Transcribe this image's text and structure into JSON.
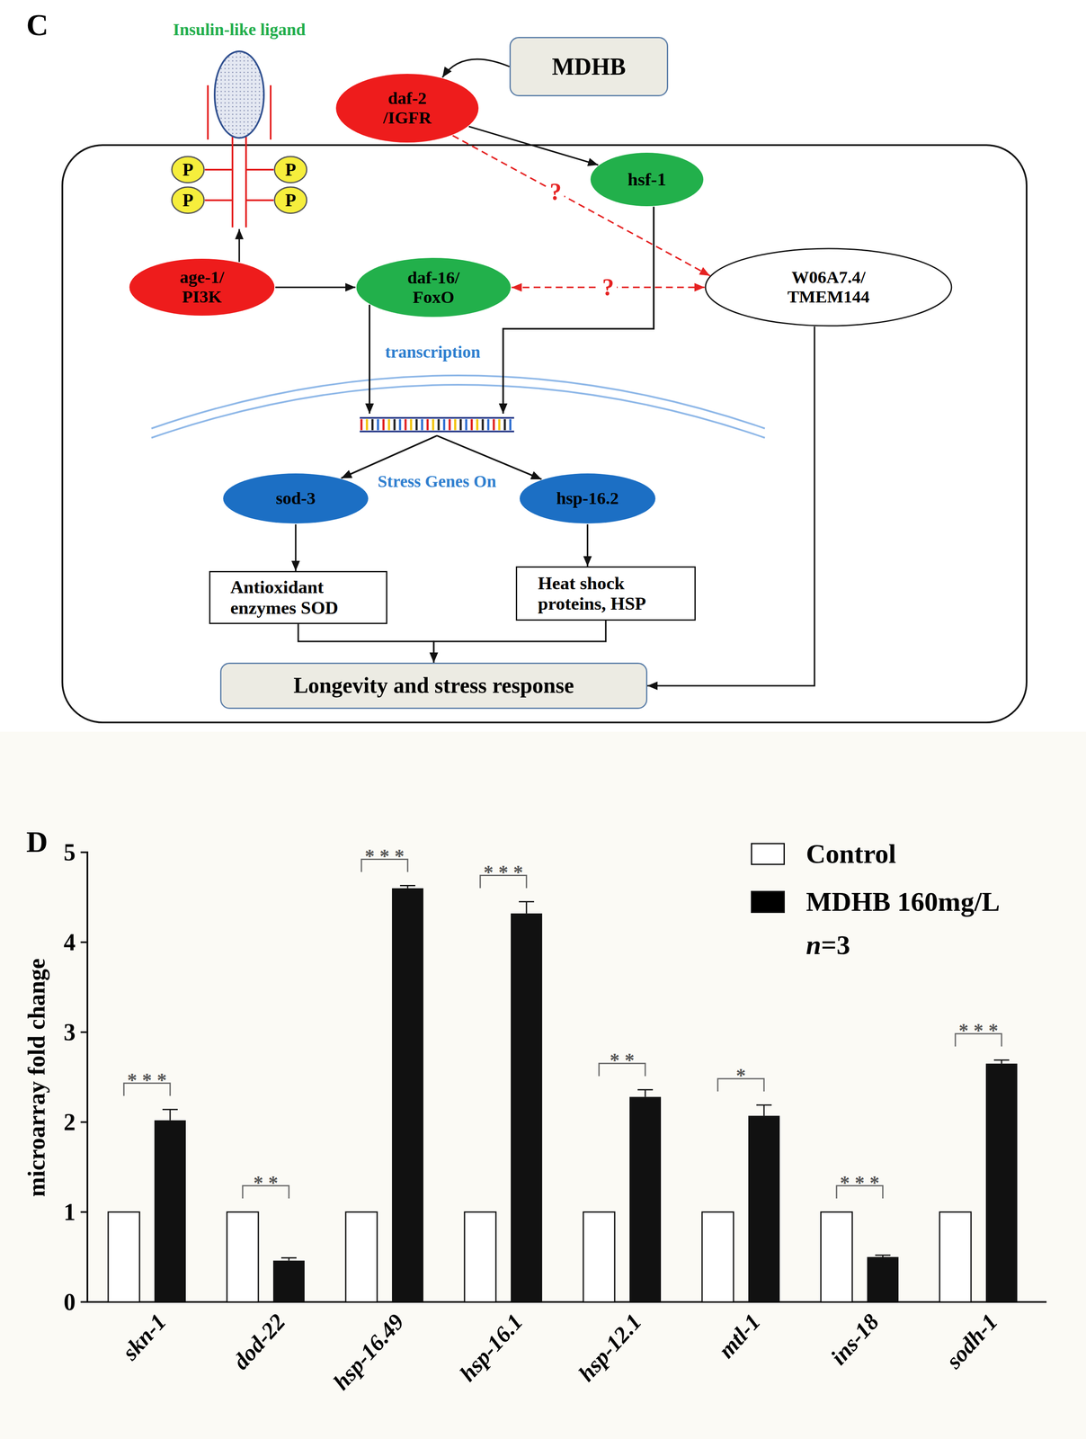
{
  "diagram": {
    "nodes": [
      {
        "text": [
          "Insulin-like ligand"
        ]
      },
      {
        "text": [
          "P"
        ],
        "in": 0
      },
      {
        "text": [
          "P"
        ],
        "in": 0
      },
      {
        "text": [
          "P"
        ],
        "in": 0
      },
      {
        "text": [
          "P"
        ],
        "in": 0
      },
      {
        "text": [
          "daf-2 /IGFR"
        ]
      },
      {
        "text": [
          "MDHB"
        ]
      },
      {
        "text": [
          "hsf-1"
        ]
      },
      {
        "text": [
          "age-1/ PI3K"
        ]
      },
      {
        "text": [
          "daf-16/ FoxO"
        ]
      },
      {
        "text": [
          "W06A7.4/ TMEM144"
        ]
      },
      {
        "text": [
          "sod-3"
        ]
      },
      {
        "text": [
          "hsp-16.2"
        ]
      },
      {
        "text": [
          "Antioxidant enzymes SOD"
        ]
      },
      {
        "text": [
          "Heat shock proteins, HSP"
        ]
      },
      {
        "text": [
          "Longevity and stress response"
        ]
      }
    ],
    "edges": [
      {
        "from": 6,
        "to": 5,
        "arrow": "to"
      },
      {
        "from": 5,
        "to": 7,
        "arrow": "to"
      },
      {
        "from": 5,
        "to": 10,
        "label": "?",
        "arrow": "to"
      },
      {
        "from": 8,
        "to": 0,
        "arrow": "to"
      },
      {
        "from": 8,
        "to": 9,
        "arrow": "to"
      },
      {
        "from": 9,
        "to": 10,
        "label": "?",
        "arrow": "both"
      },
      {
        "from": 9,
        "to": 11,
        "arrow": "to"
      },
      {
        "from": 9,
        "to": 12,
        "arrow": "to"
      },
      {
        "from": 7,
        "to": 11,
        "arrow": "to"
      },
      {
        "from": 7,
        "to": 12,
        "arrow": "to"
      },
      {
        "from": 11,
        "to": 13,
        "arrow": "to"
      },
      {
        "from": 12,
        "to": 14,
        "arrow": "to"
      },
      {
        "from": 13,
        "to": 15,
        "arrow": "to"
      },
      {
        "from": 14,
        "to": 15,
        "arrow": "to"
      },
      {
        "from": 10,
        "to": 15,
        "arrow": "to"
      }
    ],
    "labels": [
      "C",
      "transcription",
      "Stress Genes On",
      "D",
      "microarray fold change",
      "0",
      "1",
      "2",
      "3",
      "4",
      "5",
      "***",
      "**",
      "***",
      "***",
      "**",
      "*",
      "***",
      "***",
      "skn-1",
      "dod-22",
      "hsp-16.49",
      "hsp-16.1",
      "hsp-12.1",
      "mtl-1",
      "ins-18",
      "sodh-1",
      "n=3"
    ],
    "legend": [
      {
        "text": "Control",
        "color": "#ffffff"
      },
      {
        "text": "MDHB 160mg/L",
        "color": "#000000"
      }
    ]
  }
}
